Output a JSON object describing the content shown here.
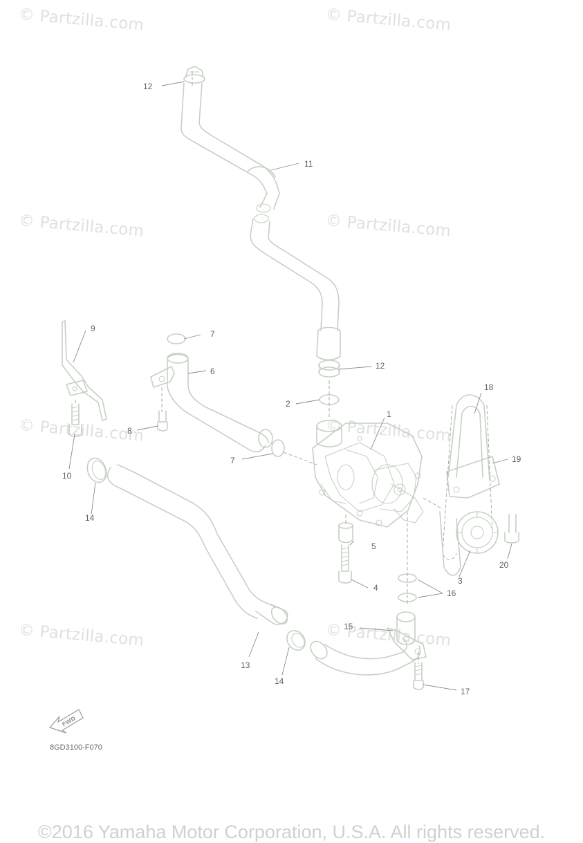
{
  "watermark_text": "© Partzilla.com",
  "callouts": {
    "c1": "1",
    "c2": "2",
    "c3": "3",
    "c4": "4",
    "c5": "5",
    "c6": "6",
    "c7a": "7",
    "c7b": "7",
    "c8": "8",
    "c9": "9",
    "c10": "10",
    "c11": "11",
    "c12a": "12",
    "c12b": "12",
    "c13": "13",
    "c14a": "14",
    "c14b": "14",
    "c15": "15",
    "c16": "16",
    "c17": "17",
    "c18": "18",
    "c19": "19",
    "c20": "20"
  },
  "fwd_label": "FWD",
  "diagram_code": "8GD3100-F070",
  "copyright": "©2016 Yamaha Motor Corporation, U.S.A. All rights reserved.",
  "colors": {
    "line_art": "#c4d1c2",
    "callout_text": "#5f5f5f",
    "watermark": "#dde2dd",
    "copyright": "#cfd0cf"
  }
}
